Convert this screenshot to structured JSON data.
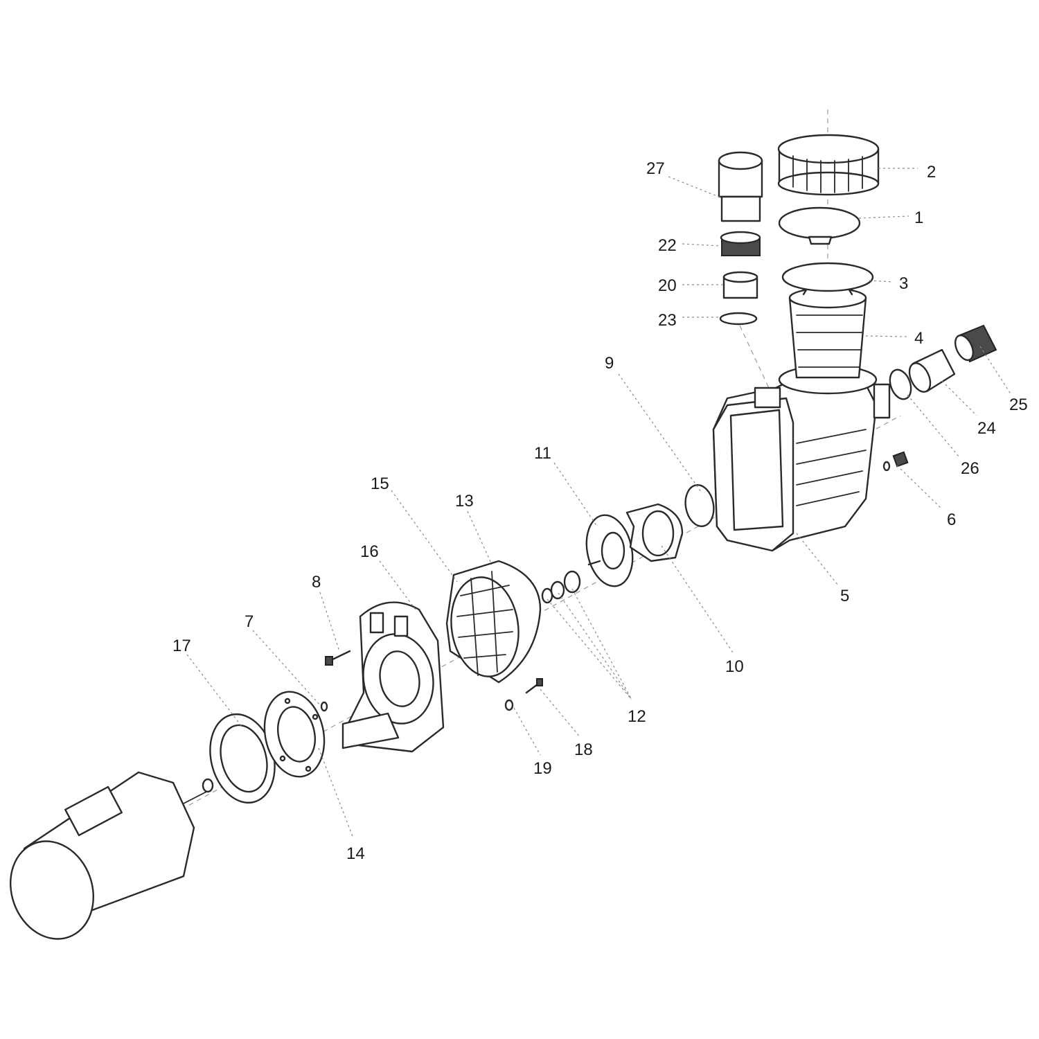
{
  "callouts": {
    "c1": "1",
    "c2": "2",
    "c3": "3",
    "c4": "4",
    "c5": "5",
    "c6": "6",
    "c7": "7",
    "c8": "8",
    "c9": "9",
    "c10": "10",
    "c11": "11",
    "c12": "12",
    "c13": "13",
    "c14": "14",
    "c15": "15",
    "c16": "16",
    "c17": "17",
    "c18": "18",
    "c19": "19",
    "c20": "20",
    "c22": "22",
    "c23": "23",
    "c24": "24",
    "c25": "25",
    "c26": "26",
    "c27": "27"
  }
}
